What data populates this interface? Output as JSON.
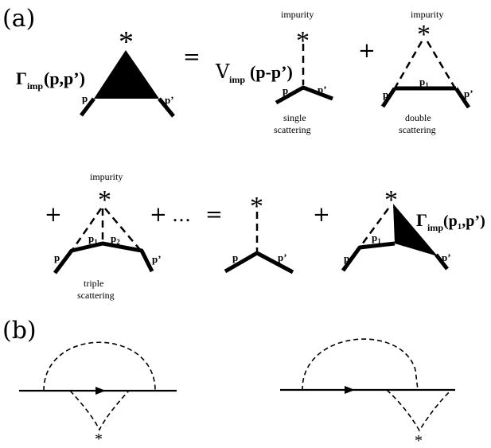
{
  "panel_a": {
    "label": "(a)",
    "gamma_lhs": {
      "symbol": "Γ",
      "sub": "imp",
      "args": "(p,p’)"
    },
    "star": "*",
    "equals": "=",
    "plus": "+",
    "ellipsis": "…",
    "vertex": {
      "symbol": "V",
      "sub": "imp",
      "args": "(p-p’)"
    },
    "impurity_label": "impurity",
    "p": "p",
    "p_prime": "p’",
    "p1": "p",
    "p1_sub": "1",
    "p2": "p",
    "p2_sub": "2",
    "single_caption": [
      "single",
      "scattering"
    ],
    "double_caption": [
      "double",
      "scattering"
    ],
    "triple_caption": [
      "triple",
      "scattering"
    ],
    "gamma_rhs": {
      "symbol": "Γ",
      "sub": "imp",
      "args_open": "(p",
      "args_sub": "1",
      "args_close": ",p’)"
    }
  },
  "panel_b": {
    "label": "(b)",
    "star": "*"
  }
}
